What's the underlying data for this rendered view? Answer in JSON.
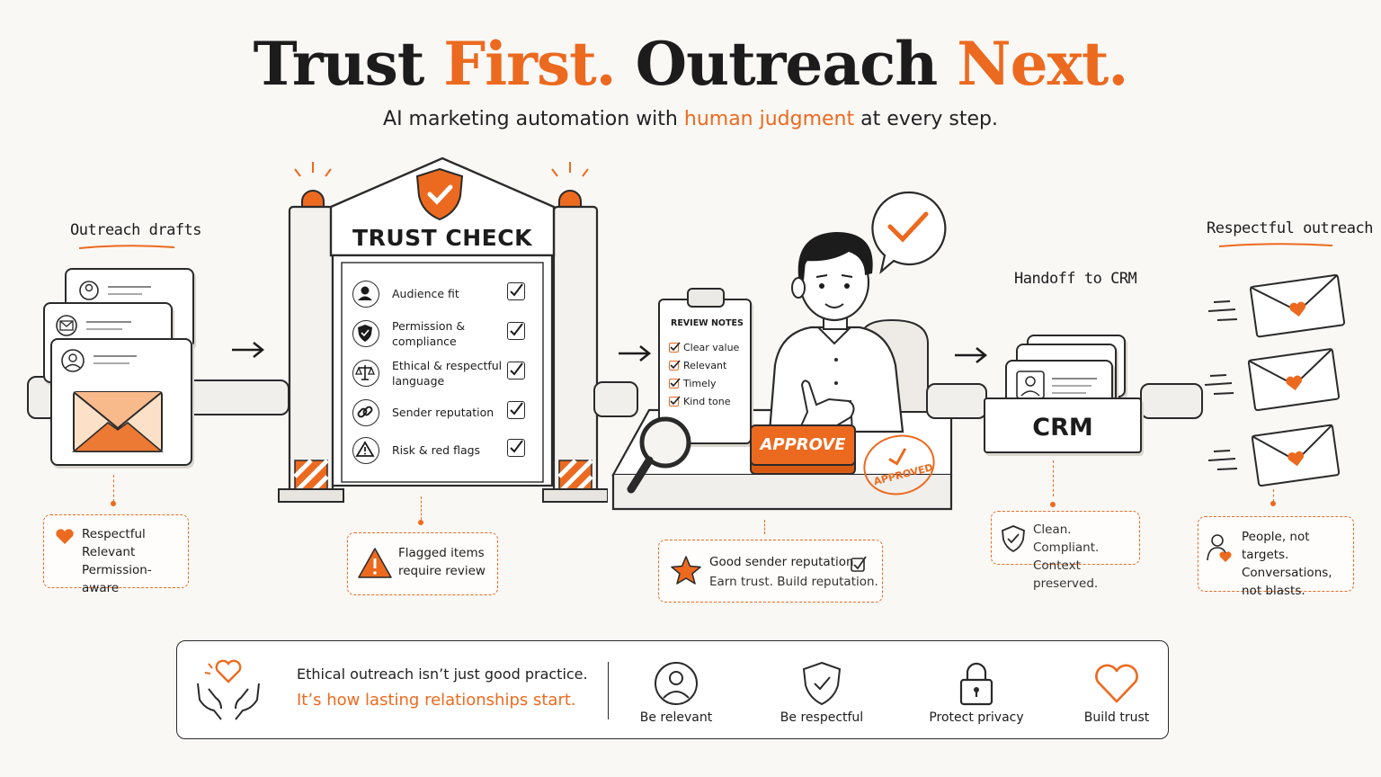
{
  "header": {
    "title_part1": "Trust",
    "title_part2": "First.",
    "title_part3": "Outreach",
    "title_part4": "Next.",
    "subtitle_pre": "AI marketing automation with",
    "subtitle_highlight": "human judgment",
    "subtitle_post": "at every step."
  },
  "colors": {
    "accent": "#ec6a1f",
    "ink": "#1c1c1c",
    "background": "#faf8f5"
  },
  "drafts": {
    "label": "Outreach drafts",
    "note_lines": [
      "Respectful",
      "Relevant",
      "Permission-aware"
    ]
  },
  "trust_check": {
    "title": "TRUST CHECK",
    "items": [
      {
        "label": "Audience fit",
        "icon": "user-icon"
      },
      {
        "label": "Permission & compliance",
        "icon": "shield-icon"
      },
      {
        "label": "Ethical & respectful language",
        "icon": "scales-icon"
      },
      {
        "label": "Sender reputation",
        "icon": "link-icon"
      },
      {
        "label": "Risk & red flags",
        "icon": "warning-icon"
      }
    ],
    "note": "Flagged items require review"
  },
  "review": {
    "notes_title": "REVIEW NOTES",
    "notes": [
      "Clear value",
      "Relevant",
      "Timely",
      "Kind tone"
    ],
    "approve_button": "APPROVE",
    "stamp": "APPROVED",
    "note_title": "Good sender reputation",
    "note_sub": "Earn trust. Build reputation."
  },
  "crm": {
    "label": "Handoff to CRM",
    "box": "CRM",
    "note_lines": [
      "Clean. Compliant.",
      "Context preserved."
    ]
  },
  "outreach": {
    "label": "Respectful outreach",
    "note_lines": [
      "People, not targets.",
      "Conversations,",
      "not blasts."
    ]
  },
  "footer": {
    "line1": "Ethical outreach isn’t just good practice.",
    "line2": "It’s how lasting relationships start.",
    "principles": [
      {
        "label": "Be relevant",
        "icon": "person-icon"
      },
      {
        "label": "Be respectful",
        "icon": "shield-check-icon"
      },
      {
        "label": "Protect privacy",
        "icon": "lock-icon"
      },
      {
        "label": "Build trust",
        "icon": "heart-icon"
      }
    ]
  }
}
